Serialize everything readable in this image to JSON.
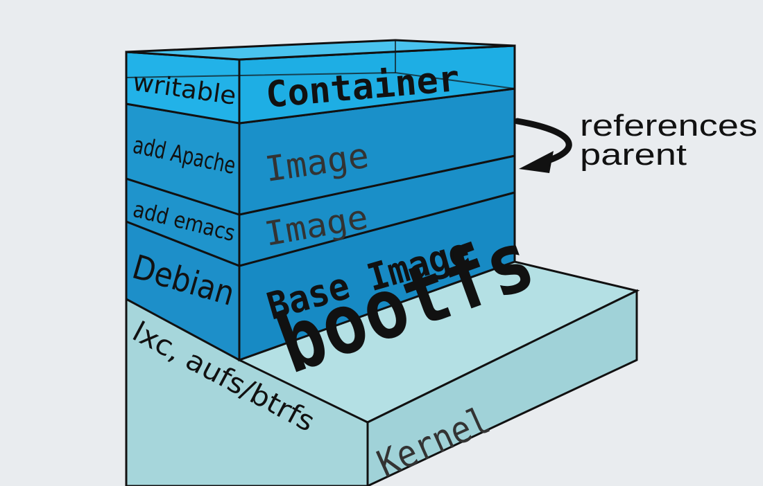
{
  "layers": {
    "container": {
      "side_label": "writable",
      "front_label": "Container"
    },
    "apache": {
      "side_label": "add Apache",
      "front_label": "Image"
    },
    "emacs": {
      "side_label": "add emacs",
      "front_label": "Image"
    },
    "debian": {
      "side_label": "Debian",
      "front_label": "Base Image"
    },
    "kernel": {
      "side_label": "lxc, aufs/btrfs",
      "top_label": "bootfs",
      "front_label": "Kernel"
    }
  },
  "annotation": {
    "line1": "references",
    "line2": "parent"
  },
  "colors": {
    "background": "#e9ecef",
    "container": "#1fb0e6",
    "image": "#1a8ec8",
    "kernel": "#a8d7dc",
    "outline": "#111111"
  }
}
